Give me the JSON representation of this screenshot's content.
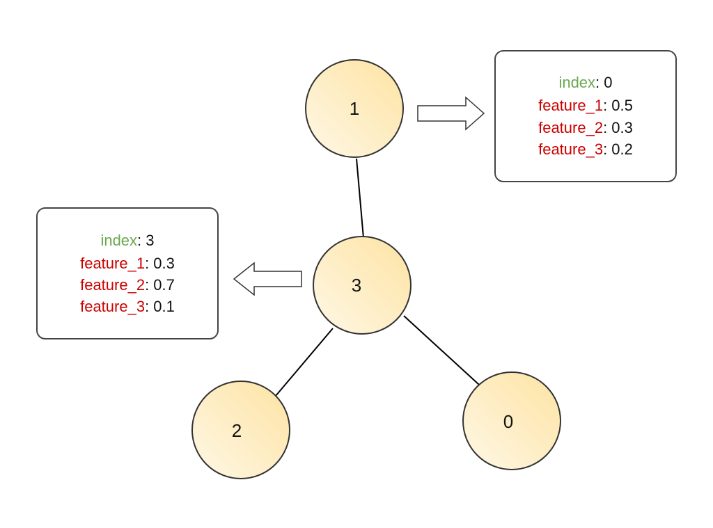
{
  "colors": {
    "node_fill_light": "#fff8e6",
    "node_fill_dark": "#fde3a3",
    "node_stroke": "#333333",
    "key_green": "#6aa84f",
    "key_red": "#cc0000",
    "value_text": "#111111",
    "box_stroke": "#444444"
  },
  "nodes": [
    {
      "id": "n1",
      "label": "1"
    },
    {
      "id": "n3",
      "label": "3"
    },
    {
      "id": "n2",
      "label": "2"
    },
    {
      "id": "n0",
      "label": "0"
    }
  ],
  "edges": [
    {
      "from": "n1",
      "to": "n3"
    },
    {
      "from": "n3",
      "to": "n2"
    },
    {
      "from": "n3",
      "to": "n0"
    }
  ],
  "info_boxes": [
    {
      "node": "n1",
      "arrow_direction": "right",
      "rows": [
        {
          "key": "index",
          "sep": ": ",
          "value": "0",
          "key_color": "green"
        },
        {
          "key": "feature_1",
          "sep": ": ",
          "value": "0.5",
          "key_color": "red"
        },
        {
          "key": "feature_2",
          "sep": ": ",
          "value": "0.3",
          "key_color": "red"
        },
        {
          "key": "feature_3",
          "sep": ": ",
          "value": "0.2",
          "key_color": "red"
        }
      ]
    },
    {
      "node": "n3",
      "arrow_direction": "left",
      "rows": [
        {
          "key": "index",
          "sep": ": ",
          "value": "3",
          "key_color": "green"
        },
        {
          "key": "feature_1",
          "sep": ": ",
          "value": "0.3",
          "key_color": "red"
        },
        {
          "key": "feature_2",
          "sep": ": ",
          "value": "0.7",
          "key_color": "red"
        },
        {
          "key": "feature_3",
          "sep": ": ",
          "value": "0.1",
          "key_color": "red"
        }
      ]
    }
  ]
}
